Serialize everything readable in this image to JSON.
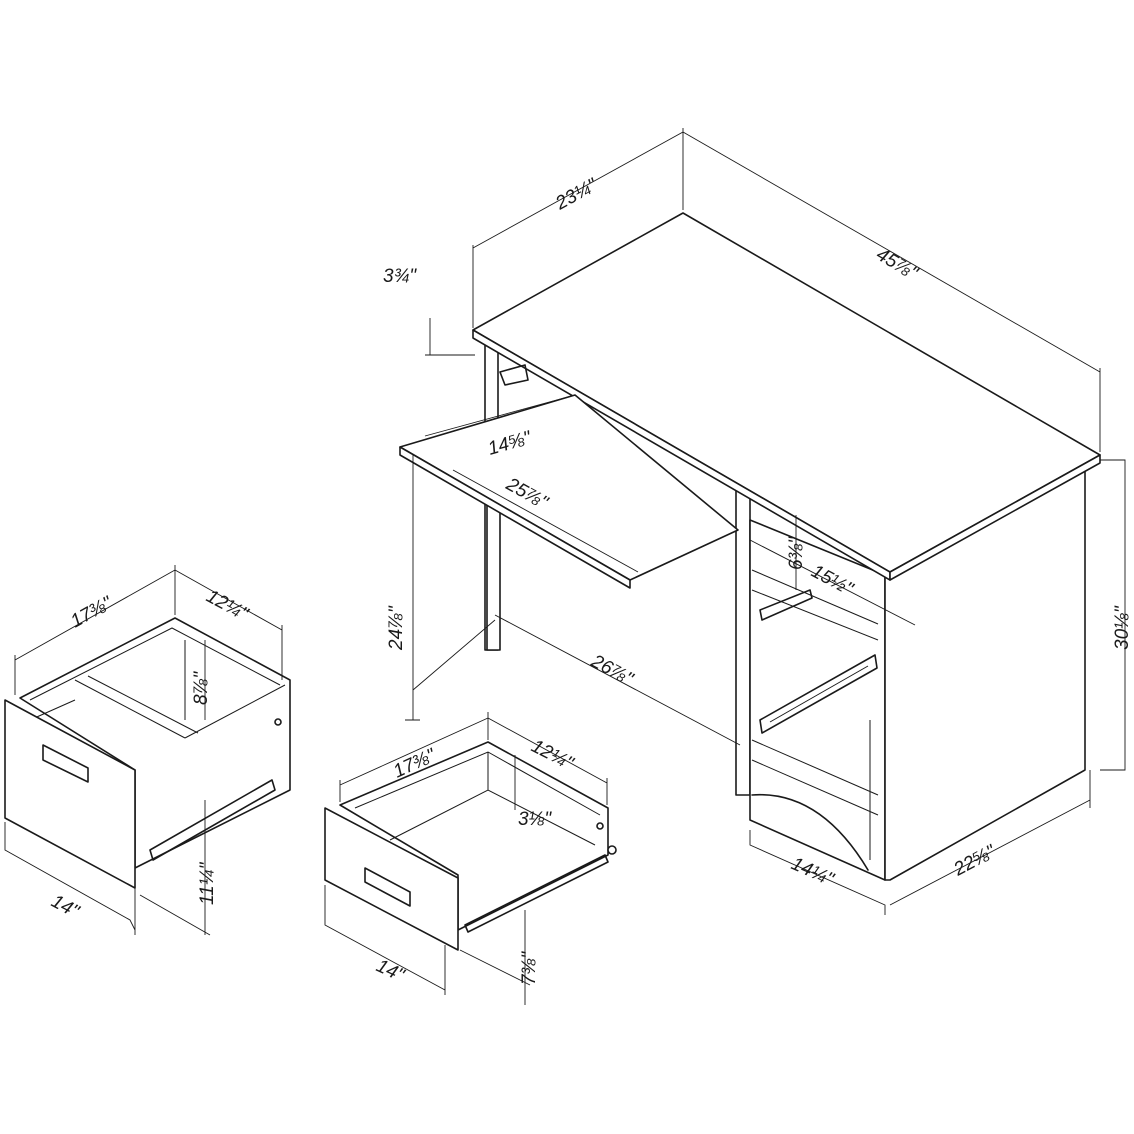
{
  "dimensions": {
    "desk_width": "45⅞\"",
    "desk_depth": "23¼\"",
    "desk_height": "30⅛\"",
    "top_thickness": "3¾\"",
    "keyboard_tray_depth": "14⅝\"",
    "keyboard_tray_width": "25⅞\"",
    "kneespace_height": "24⅞\"",
    "kneespace_width": "26⅞\"",
    "shelf_clearance": "6⅜\"",
    "shelf_depth": "15½\"",
    "pedestal_width": "14¼\"",
    "pedestal_depth": "22⅝\""
  },
  "file_drawer": {
    "depth": "17⅜\"",
    "inner_width": "12¼\"",
    "inner_height": "8⅞\"",
    "front_width": "14\"",
    "front_height": "11¼\""
  },
  "small_drawer": {
    "depth": "17⅜\"",
    "inner_width": "12¼\"",
    "inner_height": "3⅛\"",
    "front_width": "14\"",
    "front_height": "7⅜\""
  }
}
